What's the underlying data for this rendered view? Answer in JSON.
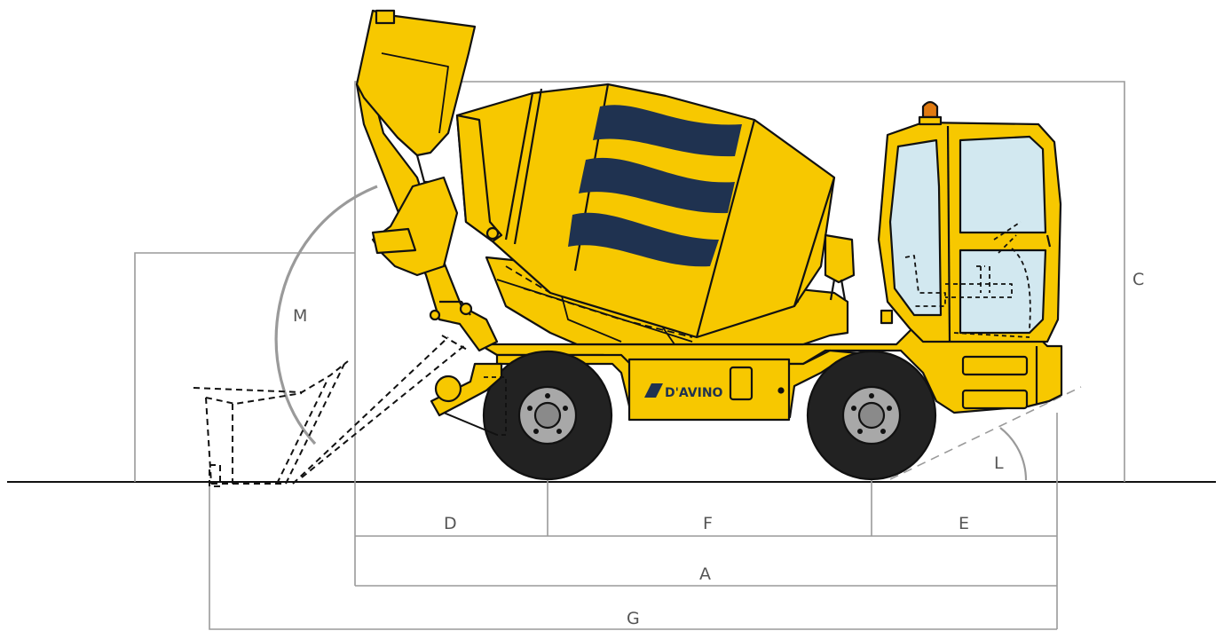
{
  "diagram": {
    "labels": {
      "A": "A",
      "C": "C",
      "D": "D",
      "E": "E",
      "F": "F",
      "G": "G",
      "L": "L",
      "M": "M"
    },
    "brand": "D'AVINO"
  },
  "colors": {
    "body_yellow": "#f7c800",
    "drum_stripe": "#1f3250",
    "glass": "#d2e8f0",
    "tire": "#222222",
    "beacon": "#e07a10",
    "dimension_line": "#9a9a9a",
    "outline": "#111111"
  }
}
